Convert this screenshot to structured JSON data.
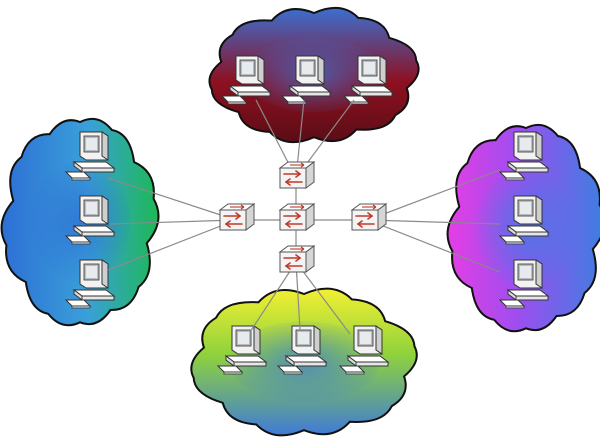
{
  "diagram": {
    "topology": "star",
    "background": "#ffffff",
    "link_color": "#8a8a8a",
    "switch": {
      "icon": "network-switch-icon",
      "face_color": "#f4f4f4",
      "arrow_color": "#c0392b"
    },
    "workstation": {
      "icon": "desktop-computer-icon",
      "case_color": "#f2f2f2",
      "screen_color": "#b8bcc0"
    },
    "core_switch": {
      "id": "core-switch"
    },
    "clouds": [
      {
        "id": "top",
        "colors": [
          "#5b0d16",
          "#8e1020",
          "#3b6fd0"
        ],
        "workstations": 3,
        "switch": "top-switch"
      },
      {
        "id": "left",
        "colors": [
          "#1db954",
          "#3aa0d8",
          "#2d6fd6"
        ],
        "workstations": 3,
        "switch": "left-switch"
      },
      {
        "id": "right",
        "colors": [
          "#e43ee4",
          "#9d4ef0",
          "#3c7fe0"
        ],
        "workstations": 3,
        "switch": "right-switch"
      },
      {
        "id": "bottom",
        "colors": [
          "#f3f032",
          "#8fd23c",
          "#3f7ad8"
        ],
        "workstations": 3,
        "switch": "bottom-switch"
      }
    ]
  }
}
